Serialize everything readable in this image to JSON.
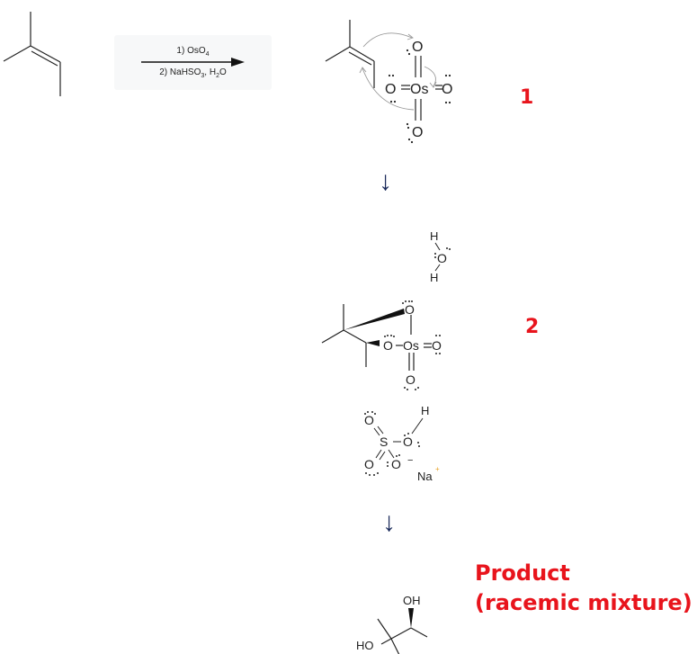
{
  "reactant": {
    "name": "2-methyl-2-butene"
  },
  "reagents": {
    "step1": "1) OsO",
    "step1_sub": "4",
    "step2_pre": "2) NaHSO",
    "step2_sub1": "3",
    "step2_mid": ", H",
    "step2_sub2": "2",
    "step2_post": "O"
  },
  "steps": [
    {
      "label": "1"
    },
    {
      "label": "2"
    }
  ],
  "atoms": {
    "O": "O",
    "Os": "Os",
    "H": "H",
    "S": "S",
    "Na": "Na",
    "plus": "+",
    "minus": "−",
    "OH": "OH",
    "HO": "HO"
  },
  "arrows": {
    "down": "↓"
  },
  "product": {
    "title": "Product",
    "subtitle": "(racemic mixture)"
  },
  "colors": {
    "label_red": "#e8141c",
    "arrow_navy": "#1a2a5a",
    "bond": "#222222",
    "curved_arrow": "#999999",
    "reagent_bg": "#f7f8f9"
  }
}
